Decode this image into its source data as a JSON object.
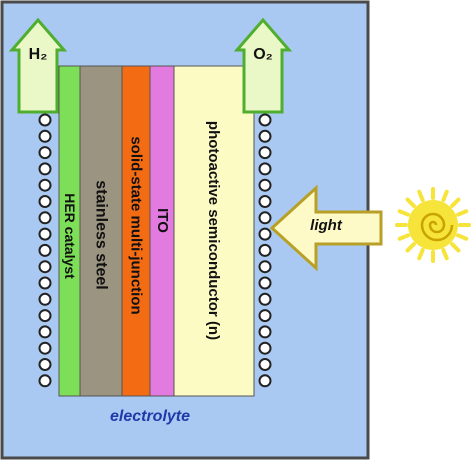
{
  "diagram": {
    "arrows": {
      "left_gas": "H₂",
      "right_gas": "O₂",
      "light": "light"
    },
    "layers": [
      {
        "key": "her",
        "label": "HER catalyst",
        "color": "#7ddf58"
      },
      {
        "key": "steel",
        "label": "stainless steel",
        "color": "#9a9480"
      },
      {
        "key": "junction",
        "label": "solid-state multi-junction",
        "color": "#f36b12"
      },
      {
        "key": "ito",
        "label": "ITO",
        "color": "#e27ae0"
      },
      {
        "key": "semi",
        "label": "photoactive semiconductor (n)",
        "color": "#fcfbc4"
      }
    ],
    "electrolyte_label": "electrolyte",
    "colors": {
      "electrolyte": "#aac9f2",
      "border": "#4a4a4a",
      "arrow_fill": "#eaf7c6",
      "light_arrow": "#fefac8",
      "label_blue": "#1e3aa8",
      "sun": "#f6e43a"
    }
  }
}
